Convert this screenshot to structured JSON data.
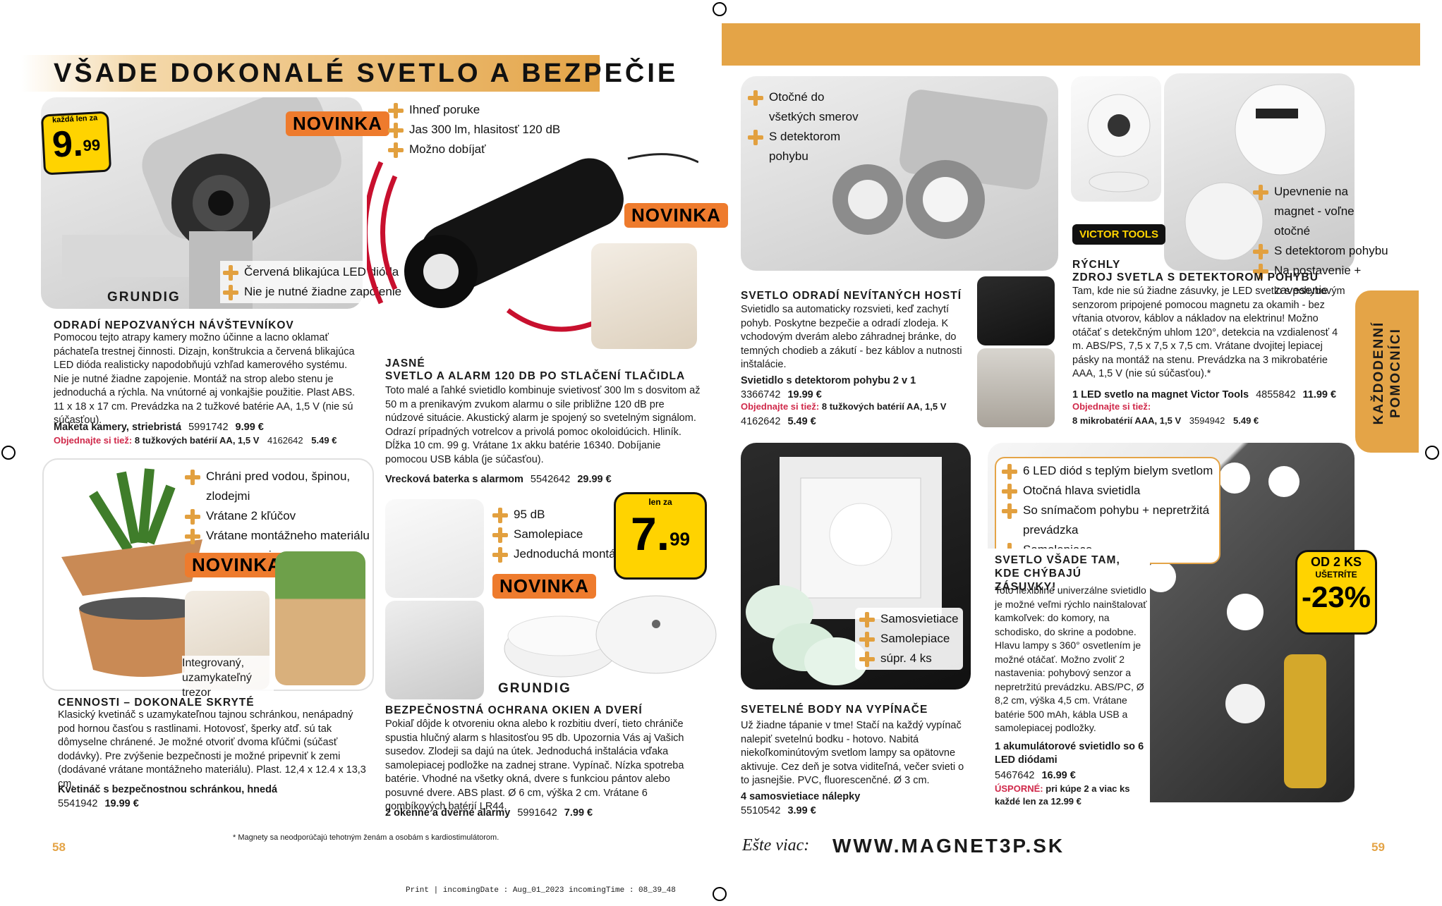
{
  "header": {
    "title": "VŠADE DOKONALÉ SVETLO A BEZPEČIE",
    "side_tab": "KAŽDODENNÍ POMOCNÍCI"
  },
  "colors": {
    "accent": "#e2a03f",
    "header_bar": "#e4a447",
    "badge": "#ee7b2d",
    "price_yellow": "#ffd300",
    "red_label": "#d0294a"
  },
  "camera": {
    "badge": "NOVINKA",
    "price_top": "každá len za",
    "price": "9.",
    "price_cents": "99",
    "brand": "GRUNDIG",
    "bullets": [
      "Červená blikajúca LED dióda",
      "Nie je nutné žiadne zapojenie"
    ],
    "heading": "ODRADÍ NEPOZVANÝCH NÁVŠTEVNÍKOV",
    "text": "Pomocou tejto atrapy kamery možno účinne a lacno oklamať páchateľa trestnej činnosti. Dizajn, konštrukcia a červená blikajúca LED dióda realisticky napodobňujú vzhľad kamerového systému. Nie je nutné žiadne zapojenie. Montáž na strop alebo stenu je jednoduchá a rýchla. Na vnútorné aj vonkajšie použitie. Plast ABS. 11 x 18 x 17 cm. Prevádzka na 2 tužkové batérie AA, 1,5 V (nie sú súčasťou).",
    "product": "Maketa kamery, striebristá",
    "code": "5991742",
    "price_full": "9.99 €",
    "also_label": "Objednajte si tiež:",
    "also_text": "8 tužkových batérií AA, 1,5 V",
    "also_code": "4162642",
    "also_price": "5.49 €"
  },
  "flashlight": {
    "bullets": [
      "Ihneď poruke",
      "Jas 300 lm, hlasitosť 120 dB",
      "Možno dobíjať"
    ],
    "badge": "NOVINKA",
    "heading1": "JASNÉ",
    "heading2": "SVETLO A ALARM 120 DB PO STLAČENÍ TLAČIDLA",
    "text": "Toto malé a ľahké svietidlo kombinuje svietivosť 300 lm s dosvitom až 50 m a prenikavým zvukom alarmu o sile približne 120 dB pre núdzové situácie. Akustický alarm je spojený so svetelným signálom. Odrazí prípadných votrelcov a privolá pomoc okoloidúcich. Hliník. Dĺžka 10 cm. 99 g. Vrátane 1x akku batérie 16340. Dobíjanie pomocou USB kábla (je súčasťou).",
    "product": "Vrecková baterka s alarmom",
    "code": "5542642",
    "price": "29.99 €"
  },
  "motion_light": {
    "bullets": [
      "Otočné do všetkých smerov",
      "S detektorom pohybu"
    ],
    "heading": "SVETLO ODRADÍ NEVÍTANÝCH HOSTÍ",
    "text": "Svietidlo sa automaticky rozsvieti, keď zachytí pohyb. Poskytne bezpečie a odradí zlodeja. K vchodovým dverám alebo záhradnej bránke, do temných chodieb a zákutí - bez káblov a nutnosti inštalácie.",
    "product": "Svietidlo s detektorom pohybu 2 v 1",
    "code": "3366742",
    "price": "19.99 €",
    "also_label": "Objednajte si tiež:",
    "also_text": "8 tužkových batérií AA, 1,5 V",
    "also_code": "4162642",
    "also_price": "5.49 €"
  },
  "magnet_light": {
    "brand": "VICTOR TOOLS",
    "bullets": [
      "Upevnenie na magnet - voľne otočné",
      "S detektorom pohybu",
      "Na postavenie + zavesenie"
    ],
    "heading1": "RÝCHLY",
    "heading2": "ZDROJ SVETLA S DETEKTOROM POHYBU",
    "text": "Tam, kde nie sú žiadne zásuvky, je LED svetlo s pohybovým senzorom pripojené pomocou magnetu za okamih - bez vŕtania otvorov, káblov a nákladov na elektrinu! Možno otáčať s detekčným uhlom 120°, detekcia na vzdialenosť 4 m. ABS/PS, 7,5 x 7,5 x 7,5 cm. Vrátane dvojitej lepiacej pásky na montáž na stenu. Prevádzka na 3 mikrobatérie AAA, 1,5 V (nie sú súčasťou).*",
    "product": "1 LED svetlo na magnet Victor Tools",
    "code": "4855842",
    "price": "11.99 €",
    "also_label": "Objednajte si tiež:",
    "also_text": "8 mikrobatérií AAA, 1,5 V",
    "also_code": "3594942",
    "also_price": "5.49 €"
  },
  "planter": {
    "bullets": [
      "Chráni pred vodou, špinou, zlodejmi",
      "Vrátane 2 kľúčov",
      "Vrátane montážneho materiálu na upevnenie"
    ],
    "badge": "NOVINKA",
    "caption": "Integrovaný, uzamykateľný trezor",
    "heading": "CENNOSTI – DOKONALE SKRYTÉ",
    "text": "Klasický kvetináč s uzamykateľnou tajnou schránkou, nenápadný pod hornou časťou s rastlinami. Hotovosť, šperky atď. sú tak dômyselne chránené. Je možné otvoriť dvoma kľúčmi (súčasť dodávky). Pre zvýšenie bezpečnosti je možné pripevniť k zemi (dodávané vrátane montážneho materiálu). Plast. 12,4 x 12.4 x 13,3 cm.",
    "product": "Kvetináč s bezpečnostnou schránkou, hnedá",
    "code": "5541942",
    "price": "19.99 €"
  },
  "alarm": {
    "bullets": [
      "95 dB",
      "Samolepiace",
      "Jednoduchá montáž"
    ],
    "badge": "NOVINKA",
    "price_top": "len za",
    "price": "7.",
    "price_cents": "99",
    "brand": "GRUNDIG",
    "heading": "BEZPEČNOSTNÁ OCHRANA OKIEN A DVERÍ",
    "text": "Pokiaľ dôjde k otvoreniu okna alebo k rozbitiu dverí, tieto chrániče spustia hlučný alarm s hlasitosťou 95 db. Upozornia Vás aj Vašich susedov. Zlodeji sa dajú na útek. Jednoduchá inštalácia vďaka samolepiacej podložke na zadnej strane. Vypínač. Nízka spotreba batérie. Vhodné na všetky okná, dvere s funkciou pántov alebo posuvné dvere. ABS plast. Ø 6 cm, výška 2 cm. Vrátane 6 gombíkových batérií LR44.",
    "product": "2 okenné a dverné alarmy",
    "code": "5991642",
    "price_full": "7.99 €"
  },
  "switch_dots": {
    "bullets": [
      "Samosvietiace",
      "Samolepiace",
      "súpr. 4 ks"
    ],
    "heading": "SVETELNÉ BODY NA VYPÍNAČE",
    "text": "Už žiadne tápanie v tme! Stačí na každý vypínač nalepiť svetelnú bodku - hotovo. Nabitá niekoľkominútovým svetlom lampy sa opätovne aktivuje. Cez deň je sotva viditeľná, večer svieti o to jasnejšie. PVC, fluorescenčné. Ø 3 cm.",
    "product": "4 samosvietiace nálepky",
    "code": "5510542",
    "price": "3.99 €"
  },
  "led_spots": {
    "bullets": [
      "6 LED diód s teplým bielym svetlom",
      "Otočná hlava svietidla",
      "So snímačom pohybu + nepretržitá prevádzka",
      "Samolepiace"
    ],
    "discount_top": "OD 2 KS",
    "discount_mid": "UŠETRÍTE",
    "discount": "-23%",
    "heading": "SVETLO VŠADE TAM, KDE CHÝBAJÚ ZÁSUVKY!",
    "text": "Toto flexibilné univerzálne svietidlo je možné veľmi rýchlo nainštalovať kamkoľvek: do komory, na schodisko, do skrine a podobne. Hlavu lampy s 360° osvetlením je možné otáčať. Možno zvoliť 2 nastavenia: pohybový senzor a nepretržitú prevádzku. ABS/PC, Ø 8,2 cm, výška 4,5 cm. Vrátane batérie 500 mAh, kábla USB a samolepiacej podložky.",
    "product": "1 akumulátorové svietidlo so 6 LED diódami",
    "code": "5467642",
    "price": "16.99 €",
    "save_label": "ÚSPORNÉ:",
    "save_text": "pri kúpe 2 a viac ks každé len za",
    "save_price": "12.99 €"
  },
  "footer": {
    "page_left": "58",
    "page_right": "59",
    "footnote": "* Magnety sa neodporúčajú tehotným ženám a osobám s kardiostimulátorom.",
    "more_label": "Ešte viac:",
    "url": "WWW.MAGNET3P.SK",
    "print_info": "Print | incomingDate : Aug_01_2023 incomingTime : 08_39_48"
  }
}
